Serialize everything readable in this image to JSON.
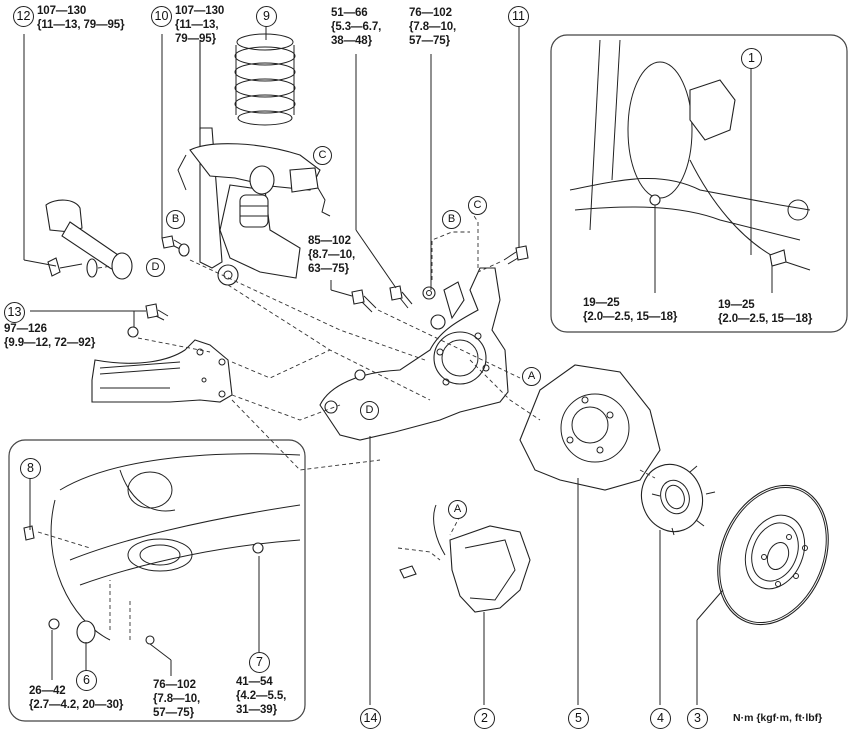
{
  "diagram": {
    "title": "Rear suspension / knuckle exploded view",
    "units_label": "N·m {kgf·m, ft·lbf}",
    "callouts": [
      {
        "id": "1",
        "label": "1"
      },
      {
        "id": "2",
        "label": "2"
      },
      {
        "id": "3",
        "label": "3"
      },
      {
        "id": "4",
        "label": "4"
      },
      {
        "id": "5",
        "label": "5"
      },
      {
        "id": "6",
        "label": "6"
      },
      {
        "id": "7",
        "label": "7"
      },
      {
        "id": "8",
        "label": "8"
      },
      {
        "id": "9",
        "label": "9"
      },
      {
        "id": "10",
        "label": "10"
      },
      {
        "id": "11",
        "label": "11"
      },
      {
        "id": "12",
        "label": "12"
      },
      {
        "id": "13",
        "label": "13"
      },
      {
        "id": "14",
        "label": "14"
      }
    ],
    "reference_marks": [
      "A",
      "B",
      "C",
      "D"
    ],
    "torques": {
      "t12": "107—130\n{11—13, 79—95}",
      "t10": "107—130\n{11—13,\n79—95}",
      "t_top_51": "51—66\n{5.3—6.7,\n38—48}",
      "t_top_76": "76—102\n{7.8—10,\n57—75}",
      "t_mid_85": "85—102\n{8.7—10,\n63—75}",
      "t13": "97—126\n{9.9—12, 72—92}",
      "t_inset_left": "19—25\n{2.0—2.5, 15—18}",
      "t_inset_right": "19—25\n{2.0—2.5, 15—18}",
      "t_bottom_26": "26—42\n{2.7—4.2, 20—30}",
      "t_bottom_76": "76—102\n{7.8—10,\n57—75}",
      "t7": "41—54\n{4.2—5.5,\n31—39}"
    }
  }
}
